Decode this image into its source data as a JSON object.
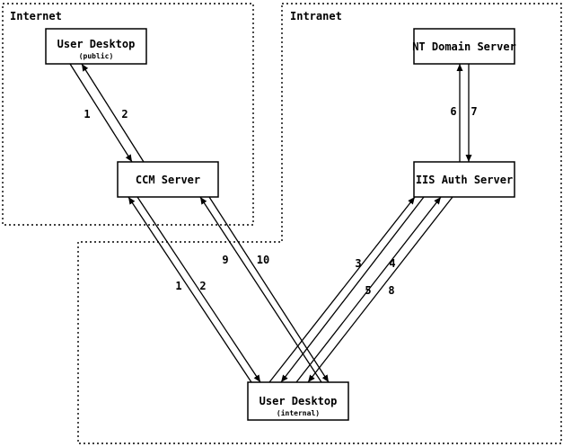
{
  "diagram": {
    "zones": [
      {
        "label": "Internet"
      },
      {
        "label": "Intranet"
      }
    ],
    "nodes": [
      {
        "title": "User Desktop",
        "subtitle": "(public)",
        "zone": "Internet"
      },
      {
        "title": "CCM Server",
        "zone": "Internet"
      },
      {
        "title": "NT Domain Server",
        "zone": "Intranet"
      },
      {
        "title": "IIS Auth Server",
        "zone": "Intranet"
      },
      {
        "title": "User Desktop",
        "subtitle": "(internal)",
        "zone": "Intranet"
      }
    ],
    "edges": [
      {
        "label": "1",
        "from": "user-desktop-public",
        "to": "ccm-server"
      },
      {
        "label": "2",
        "from": "ccm-server",
        "to": "user-desktop-public"
      },
      {
        "label": "1",
        "from": "user-desktop-internal",
        "to": "ccm-server"
      },
      {
        "label": "2",
        "from": "ccm-server",
        "to": "user-desktop-internal"
      },
      {
        "label": "9",
        "from": "user-desktop-internal",
        "to": "ccm-server"
      },
      {
        "label": "10",
        "from": "ccm-server",
        "to": "user-desktop-internal"
      },
      {
        "label": "3",
        "from": "user-desktop-internal",
        "to": "iis-auth-server"
      },
      {
        "label": "4",
        "from": "iis-auth-server",
        "to": "user-desktop-internal"
      },
      {
        "label": "5",
        "from": "user-desktop-internal",
        "to": "iis-auth-server"
      },
      {
        "label": "8",
        "from": "iis-auth-server",
        "to": "user-desktop-internal"
      },
      {
        "label": "6",
        "from": "iis-auth-server",
        "to": "nt-domain-server"
      },
      {
        "label": "7",
        "from": "nt-domain-server",
        "to": "iis-auth-server"
      }
    ],
    "colors": {
      "foreground": "#000000",
      "background": "#ffffff"
    }
  }
}
